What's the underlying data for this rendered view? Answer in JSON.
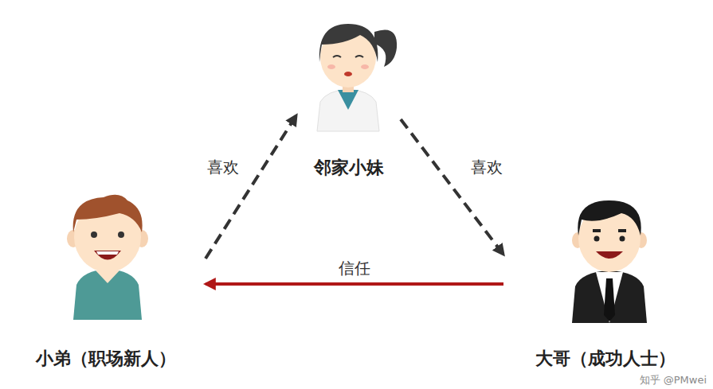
{
  "diagram": {
    "nodes": [
      {
        "text": [
          "邻家小妹"
        ]
      },
      {
        "text": [
          "小弟（职场新人）"
        ]
      },
      {
        "text": [
          "大哥（成功人士）"
        ]
      }
    ],
    "edges": [
      {
        "from": 1,
        "to": 0,
        "label": "喜欢",
        "arrow": "to"
      },
      {
        "from": 0,
        "to": 2,
        "label": "喜欢",
        "arrow": "to"
      },
      {
        "from": 2,
        "to": 1,
        "label": "信任",
        "arrow": "to"
      }
    ],
    "labels": [
      "知乎 @PMwei"
    ]
  }
}
